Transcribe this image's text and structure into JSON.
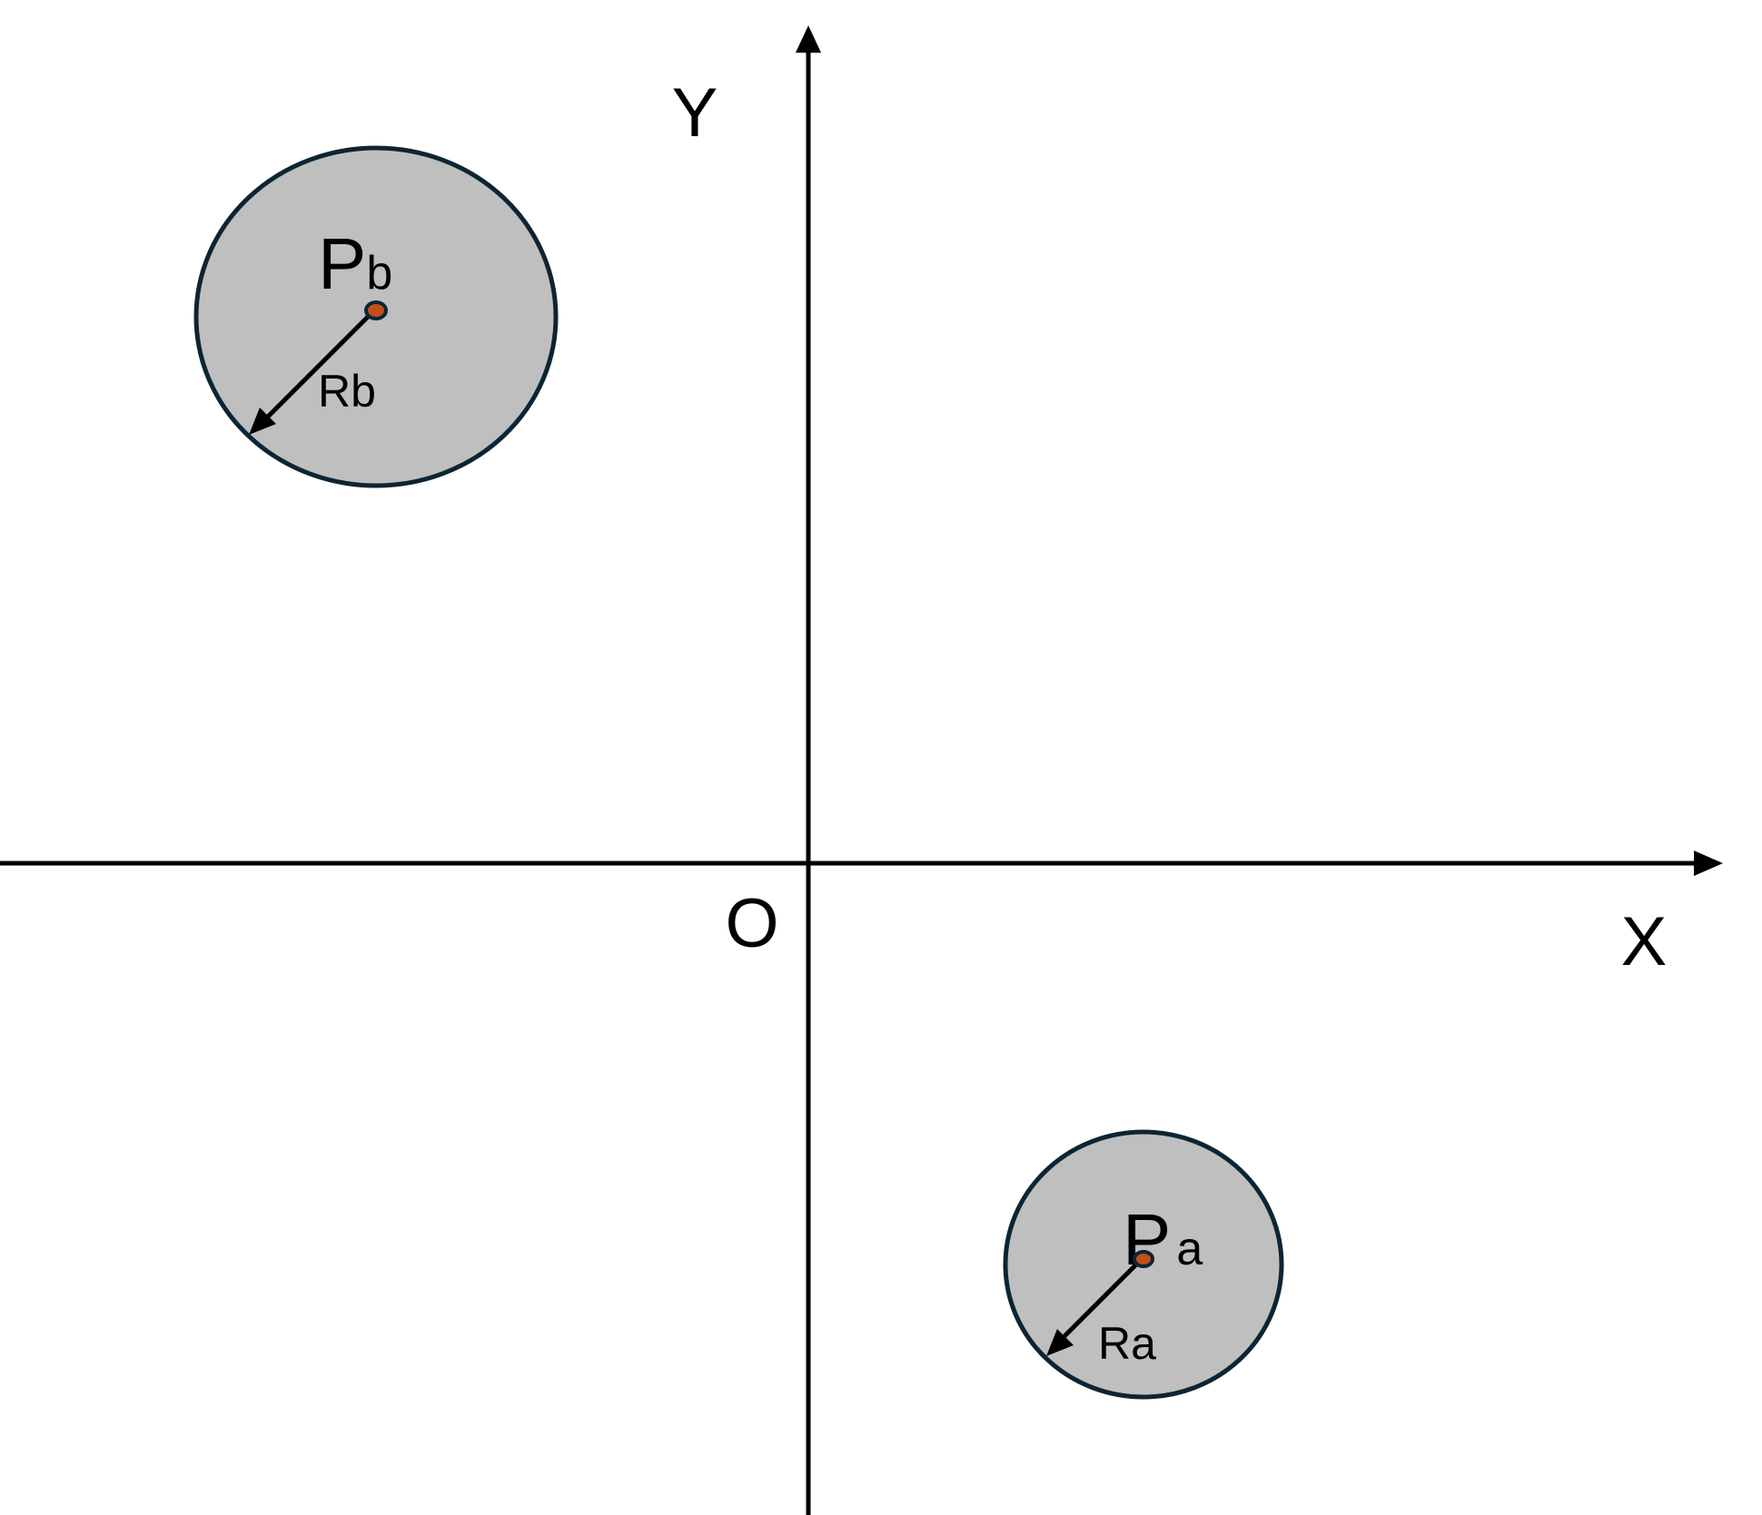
{
  "axes": {
    "x_label": "X",
    "y_label": "Y",
    "origin_label": "O"
  },
  "circles": [
    {
      "id": "b",
      "center_label": {
        "letter": "P",
        "sub": "b"
      },
      "radius_label": {
        "letter": "R",
        "sub": "b"
      }
    },
    {
      "id": "a",
      "center_label": {
        "letter": "P",
        "sub": "a"
      },
      "radius_label": {
        "letter": "R",
        "sub": "a"
      }
    }
  ],
  "colors": {
    "disk_fill": "#bfbfbf",
    "disk_stroke": "#0d2433",
    "center_dot": "#c0501a",
    "axis": "#000000"
  }
}
